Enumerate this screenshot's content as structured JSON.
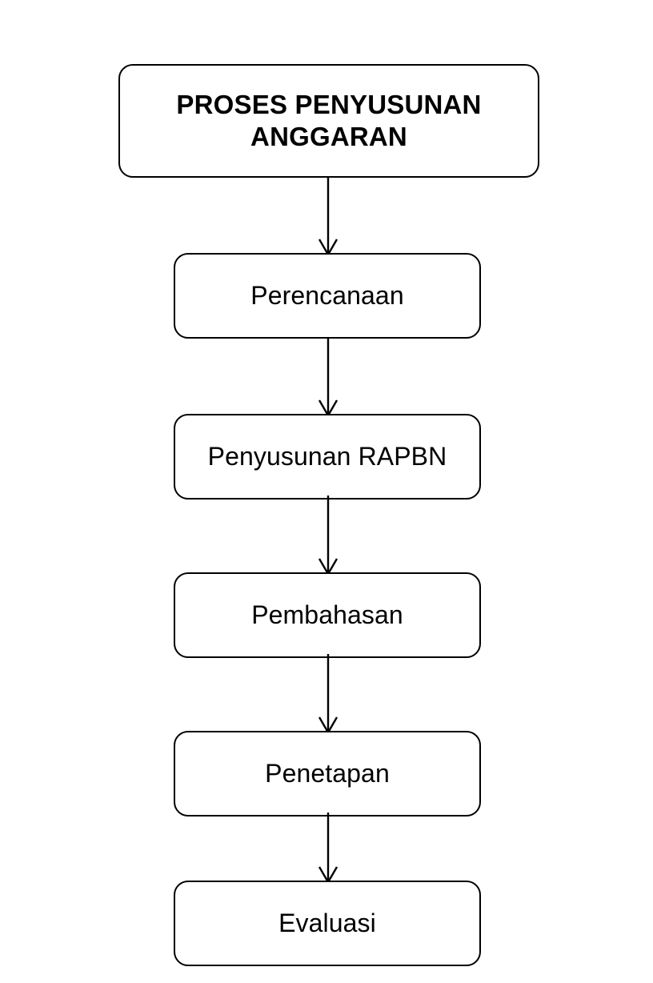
{
  "diagram": {
    "kind": "flowchart",
    "orientation": "vertical-top-down",
    "title_node": {
      "label": "PROSES PENYUSUNAN ANGGARAN",
      "line_1": "PROSES PENYUSUNAN",
      "line_2": "ANGGARAN"
    },
    "steps": [
      {
        "index": 1,
        "label": "Perencanaan"
      },
      {
        "index": 2,
        "label": "Penyusunan RAPBN"
      },
      {
        "index": 3,
        "label": "Pembahasan"
      },
      {
        "index": 4,
        "label": "Penetapan"
      },
      {
        "index": 5,
        "label": "Evaluasi"
      }
    ],
    "connectors": [
      {
        "index": 1,
        "from": "PROSES PENYUSUNAN ANGGARAN",
        "to": "Perencanaan",
        "icon": "arrow-down-icon"
      },
      {
        "index": 2,
        "from": "Perencanaan",
        "to": "Penyusunan RAPBN",
        "icon": "arrow-down-icon"
      },
      {
        "index": 3,
        "from": "Penyusunan RAPBN",
        "to": "Pembahasan",
        "icon": "arrow-down-icon"
      },
      {
        "index": 4,
        "from": "Pembahasan",
        "to": "Penetapan",
        "icon": "arrow-down-icon"
      },
      {
        "index": 5,
        "from": "Penetapan",
        "to": "Evaluasi",
        "icon": "arrow-down-icon"
      }
    ],
    "colors": {
      "background": "#ffffff",
      "node_fill": "#ffffff",
      "node_stroke": "#000000",
      "text": "#000000",
      "connector_stroke": "#000000"
    }
  }
}
